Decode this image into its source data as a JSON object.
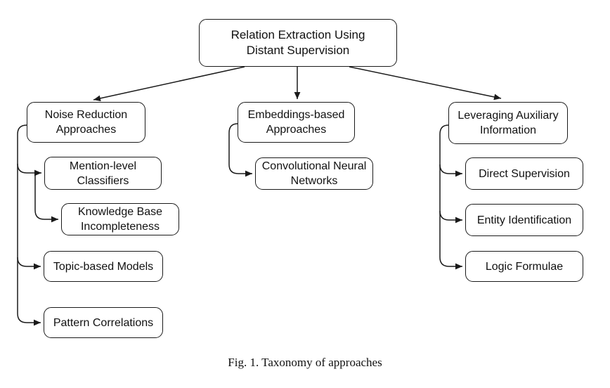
{
  "colors": {
    "line": "#1a1a1a",
    "text": "#111111",
    "box-bg": "#ffffff",
    "page-bg": "#ffffff"
  },
  "figure": {
    "caption": "Fig. 1.  Taxonomy of approaches"
  },
  "taxonomy": {
    "root": {
      "label": "Relation Extraction Using\nDistant Supervision"
    },
    "branches": [
      {
        "label": "Noise Reduction\nApproaches",
        "children": [
          {
            "label": "Mention-level\nClassifiers",
            "children": [
              {
                "label": "Knowledge Base\nIncompleteness"
              }
            ]
          },
          {
            "label": "Topic-based Models"
          },
          {
            "label": "Pattern Correlations"
          }
        ]
      },
      {
        "label": "Embeddings-based\nApproaches",
        "children": [
          {
            "label": "Convolutional Neural\nNetworks"
          }
        ]
      },
      {
        "label": "Leveraging Auxiliary\nInformation",
        "children": [
          {
            "label": "Direct Supervision"
          },
          {
            "label": "Entity Identification"
          },
          {
            "label": "Logic Formulae"
          }
        ]
      }
    ]
  }
}
